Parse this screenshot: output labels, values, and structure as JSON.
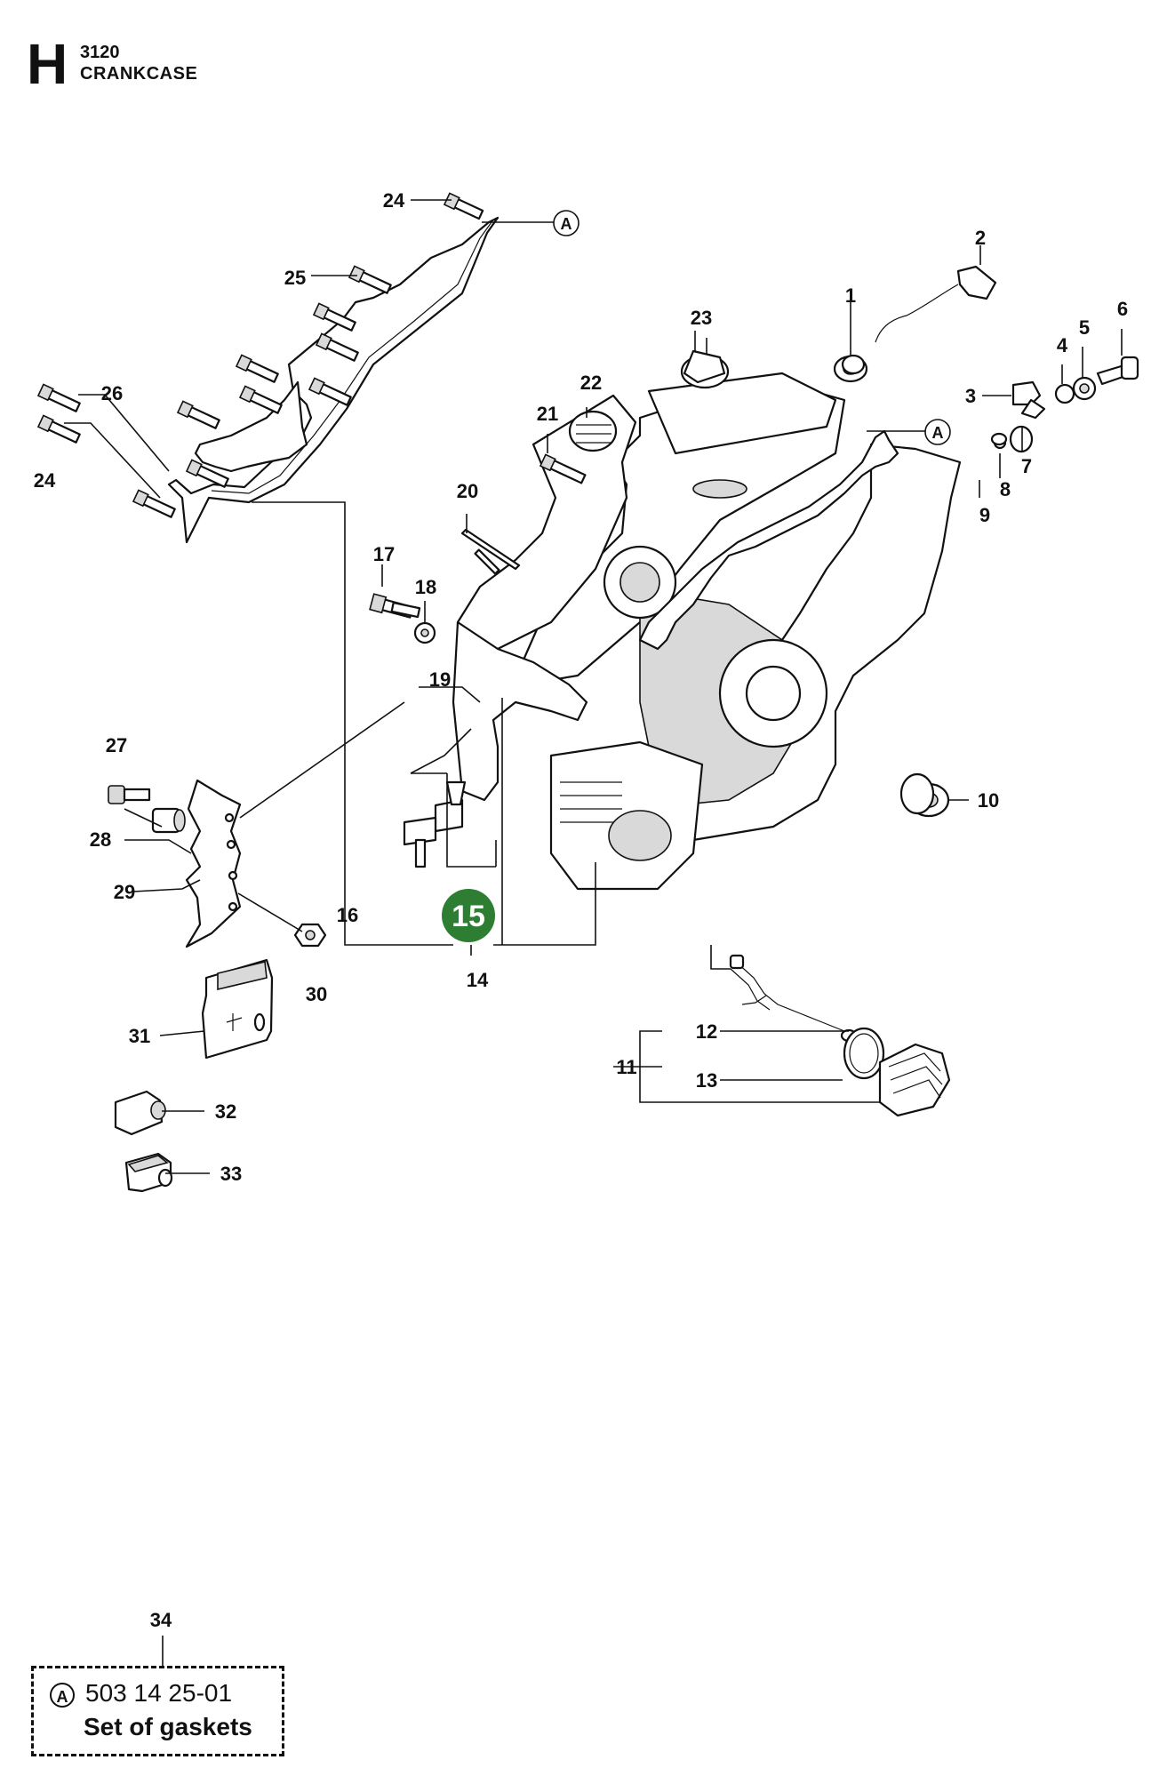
{
  "header": {
    "section_letter": "H",
    "section_code": "3120",
    "section_title": "CRANKCASE"
  },
  "reference_marker": "A",
  "callouts": {
    "p1": "1",
    "p2": "2",
    "p3": "3",
    "p4": "4",
    "p5": "5",
    "p6": "6",
    "p7": "7",
    "p8": "8",
    "p9": "9",
    "p10": "10",
    "p11": "11",
    "p12": "12",
    "p13": "13",
    "p14": "14",
    "p15": "15",
    "p16": "16",
    "p17": "17",
    "p18": "18",
    "p19": "19",
    "p20": "20",
    "p21": "21",
    "p22": "22",
    "p23": "23",
    "p24": "24",
    "p25": "25",
    "p26": "26",
    "p27": "27",
    "p28": "28",
    "p29": "29",
    "p30": "30",
    "p31": "31",
    "p32": "32",
    "p33": "33",
    "p34": "34"
  },
  "highlighted_part": "15",
  "highlight_color": "#2d7d32",
  "kit": {
    "ref": "A",
    "part_number": "503 14 25-01",
    "description": "Set of gaskets"
  }
}
